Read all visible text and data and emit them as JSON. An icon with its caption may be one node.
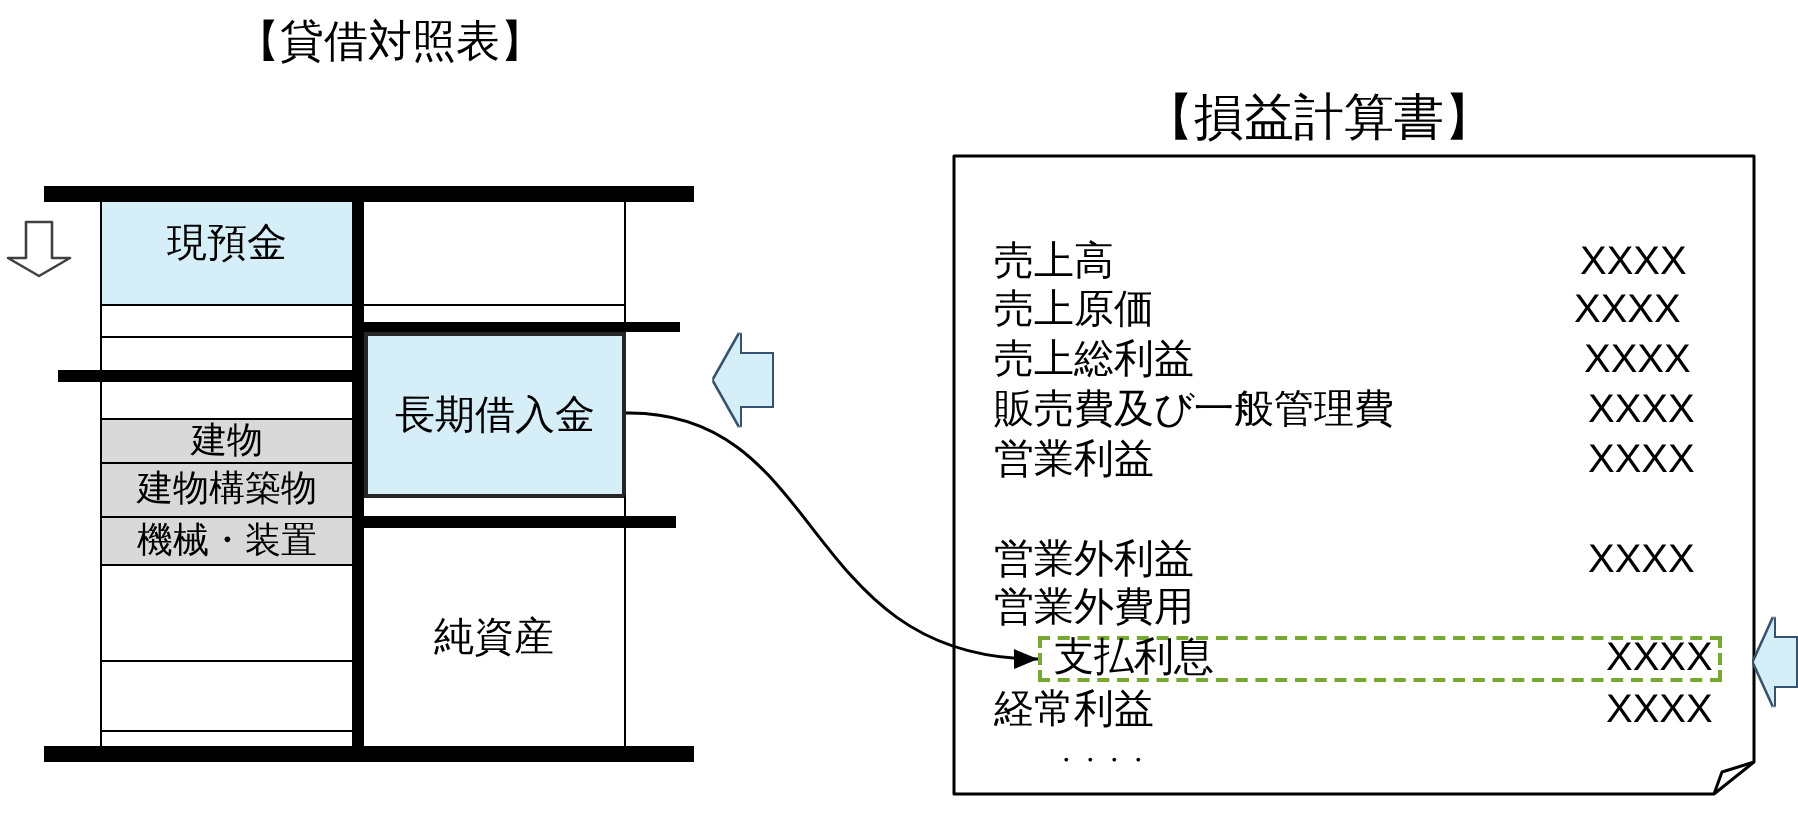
{
  "diagram": {
    "nodes": [
      {
        "text": [
          "【貸借対照表】"
        ]
      },
      {
        "text": [
          "現預金"
        ],
        "in": 0
      },
      {
        "text": [],
        "shape": "box",
        "in": 0
      },
      {
        "text": [],
        "shape": "box",
        "in": 0
      },
      {
        "text": [],
        "shape": "box",
        "in": 0
      },
      {
        "text": [
          "建物"
        ],
        "in": 0
      },
      {
        "text": [
          "建物構築物"
        ],
        "in": 0
      },
      {
        "text": [
          "機械・装置"
        ],
        "in": 0
      },
      {
        "text": [],
        "shape": "box",
        "in": 0
      },
      {
        "text": [],
        "shape": "box",
        "in": 0
      },
      {
        "text": [],
        "shape": "box",
        "in": 0
      },
      {
        "text": [],
        "shape": "box",
        "in": 0
      },
      {
        "text": [],
        "shape": "box",
        "in": 0
      },
      {
        "text": [
          "長期借入金"
        ],
        "in": 0
      },
      {
        "text": [],
        "shape": "box",
        "in": 0
      },
      {
        "text": [
          "純資産"
        ],
        "in": 0
      },
      {
        "text": [
          "【損益計算書】",
          "売上高",
          "XXXX",
          "売上原価",
          "XXXX",
          "売上総利益",
          "XXXX",
          "販売費及び一般管理費",
          "XXXX",
          "営業利益",
          "XXXX",
          "営業外利益",
          "XXXX",
          "営業外費用",
          "経常利益",
          "XXXX",
          "・・・・"
        ]
      },
      {
        "text": [
          "支払利息",
          "XXXX"
        ],
        "in": 16
      }
    ],
    "edges": [
      {
        "from": 13,
        "to": 17,
        "arrow": "to",
        "color": "#000000"
      },
      {
        "from": null,
        "to": 13,
        "arrow": "to"
      },
      {
        "from": null,
        "to": 17,
        "arrow": "to"
      }
    ]
  }
}
